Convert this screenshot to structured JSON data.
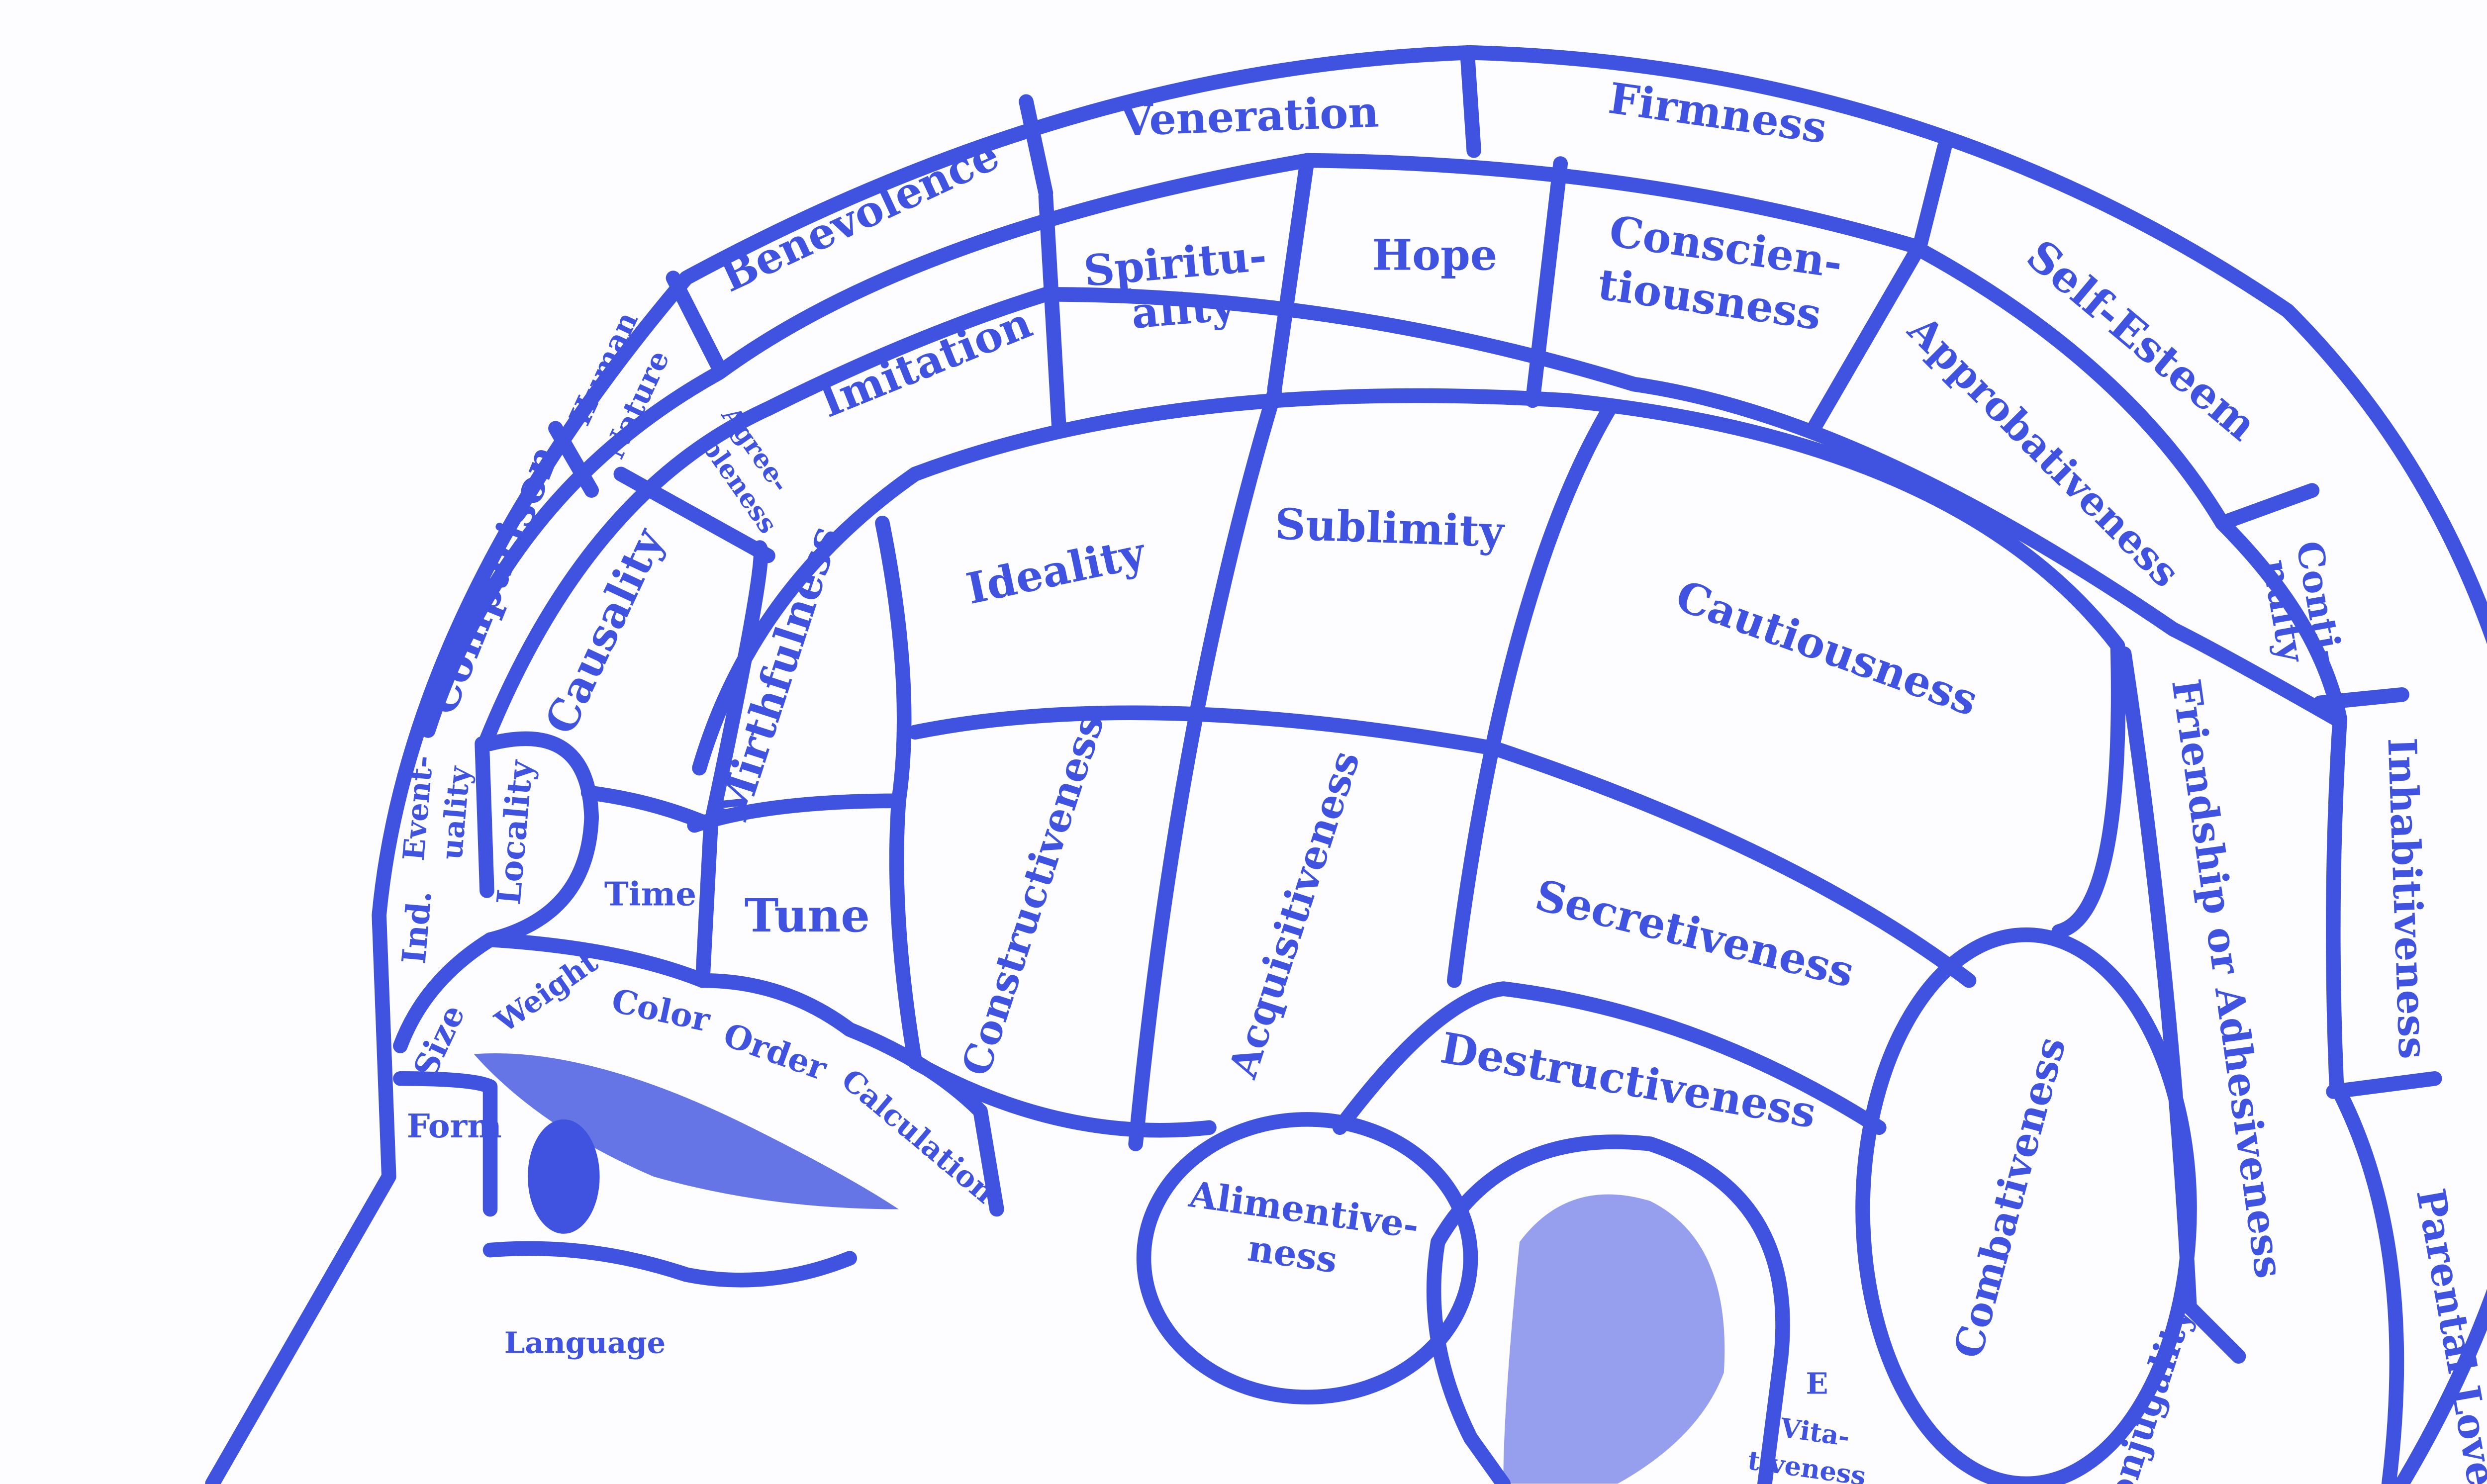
{
  "ink_color": "#3f52e0",
  "regions": {
    "veneration": "Veneration",
    "firmness": "Firmness",
    "benevolence": "Benevolence",
    "self_esteem": "Self-Esteem",
    "spirituality_1": "Spiritu-",
    "spirituality_2": "ality",
    "hope": "Hope",
    "conscientiousness_1": "Conscien-",
    "conscientiousness_2": "tiousness",
    "imitation": "Imitation",
    "approbativeness": "Approbativeness",
    "human_nature_1": "Human",
    "human_nature_2": "Nature",
    "agreeableness_1": "Agree-",
    "agreeableness_2": "bleness",
    "comparison": "Comparison",
    "causality": "Causality",
    "continuity_1": "Conti-",
    "continuity_2": "nuity",
    "ideality": "Ideality",
    "sublimity": "Sublimity",
    "cautiousness": "Cautiousness",
    "mirthfulness": "Mirthfulness",
    "eventuality_1": "Event-",
    "eventuality_2": "uality",
    "locality": "Locality",
    "individuality": "Ind.",
    "time": "Time",
    "tune": "Tune",
    "constructiveness": "Constructiveness",
    "acquisitiveness": "Acquisitiveness",
    "secretiveness": "Secretiveness",
    "friendship": "Friendship or Adhesiveness",
    "inhabitiveness": "Inhabitiveness",
    "size": "Size",
    "weight": "Weight",
    "color": "Color",
    "order": "Order",
    "calculation": "Calculation",
    "form": "Form",
    "destructiveness": "Destructiveness",
    "combativeness": "Combativeness",
    "alimentiveness_1": "Alimentive-",
    "alimentiveness_2": "ness",
    "language": "Language",
    "parental_love": "Parental Love",
    "conjugality": "Conjugality",
    "vitativeness_e": "E",
    "vitativeness_1": "Vita-",
    "vitativeness_2": "tiveness"
  }
}
